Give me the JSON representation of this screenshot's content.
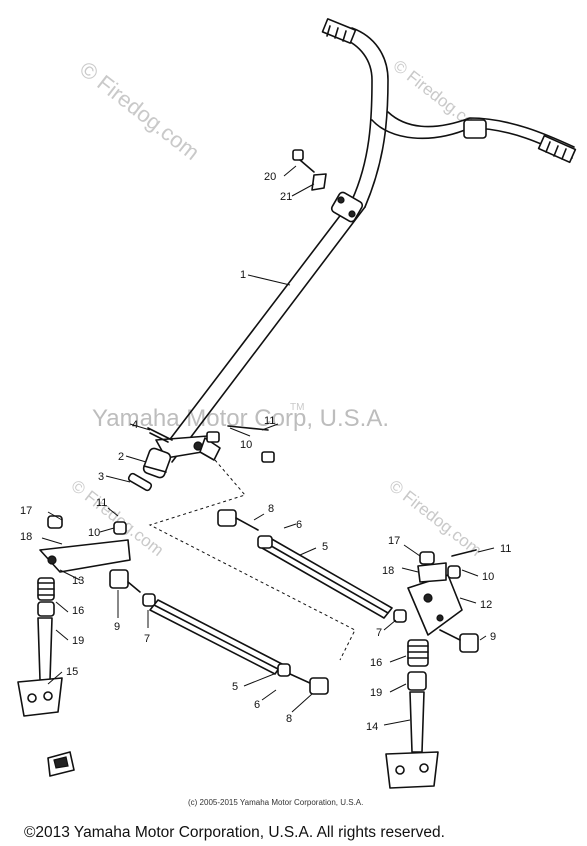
{
  "watermarks": {
    "firedog_large": "© Firedog.com",
    "firedog_right_top": "© Firedog.com",
    "firedog_left_mid": "© Firedog.com",
    "firedog_right_mid": "© Firedog.com",
    "yamaha": "Yamaha Motor Corp, U.S.A.",
    "tm": "TM"
  },
  "callouts": {
    "c1_shaft": "1",
    "c2": "2",
    "c3": "3",
    "c4": "4",
    "c5_upper": "5",
    "c5_lower": "5",
    "c6_upper": "6",
    "c6_lower": "6",
    "c7_left": "7",
    "c7_right": "7",
    "c8_upper": "8",
    "c8_lower": "8",
    "c9_left": "9",
    "c9_right": "9",
    "c10_top": "10",
    "c10_left": "10",
    "c10_right": "10",
    "c11_top": "11",
    "c11_left": "11",
    "c11_right": "11",
    "c12": "12",
    "c13": "13",
    "c14": "14",
    "c15": "15",
    "c16_left": "16",
    "c16_right": "16",
    "c17_left": "17",
    "c17_right": "17",
    "c18_left": "18",
    "c18_right": "18",
    "c19_left": "19",
    "c19_right": "19",
    "c20": "20",
    "c21": "21"
  },
  "footer": {
    "small_copyright": "(c) 2005-2015 Yamaha Motor Corporation, U.S.A.",
    "copyright": "©2013 Yamaha Motor Corporation, U.S.A. All rights reserved."
  }
}
